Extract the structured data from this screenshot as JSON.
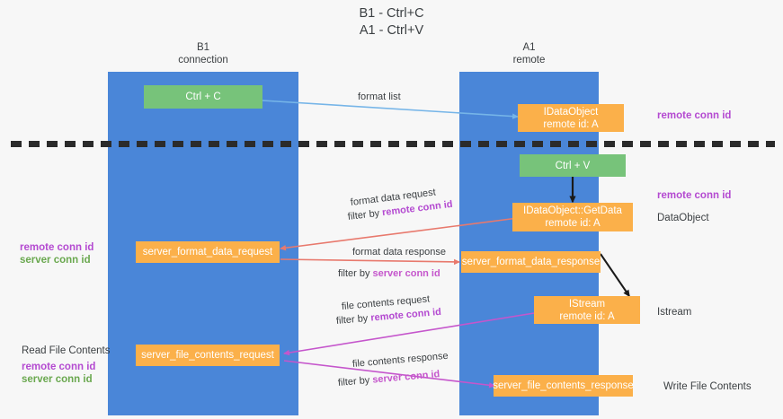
{
  "title": {
    "line1": "B1 - Ctrl+C",
    "line2": "A1 - Ctrl+V"
  },
  "lanes": [
    {
      "name": "B1",
      "sub": "connection",
      "color": "#4a86d8"
    },
    {
      "name": "A1",
      "sub": "remote",
      "color": "#4a86d8"
    }
  ],
  "colors": {
    "lane": "#4a86d8",
    "green_node": "#77c37a",
    "orange_node": "#fbb04a",
    "remote_conn_id": "#b44ad1",
    "server_conn_id": "#6aa84f",
    "arrow_blue": "#76b5e8",
    "arrow_red": "#e8796d",
    "arrow_magenta": "#c556cc",
    "arrow_black": "#1a1a1a",
    "divider": "#2b2b2b",
    "background": "#f7f7f7"
  },
  "nodes": {
    "ctrl_c": {
      "l1": "Ctrl + C",
      "l2": ""
    },
    "idataobject": {
      "l1": "IDataObject",
      "l2": "remote id: A"
    },
    "ctrl_v": {
      "l1": "Ctrl + V",
      "l2": ""
    },
    "getdata": {
      "l1": "IDataObject::GetData",
      "l2": "remote id: A"
    },
    "server_format_data_request": {
      "l1": "server_format_data_request",
      "l2": ""
    },
    "server_format_data_response": {
      "l1": "server_format_data_response",
      "l2": ""
    },
    "istream": {
      "l1": "IStream",
      "l2": "remote id: A"
    },
    "server_file_contents_request": {
      "l1": "server_file_contents_request",
      "l2": ""
    },
    "server_file_contents_response": {
      "l1": "server_file_contents_response",
      "l2": ""
    }
  },
  "right_labels": {
    "remote_conn_id_top": "remote conn id",
    "remote_conn_id_mid": "remote conn id",
    "dataobject": "DataObject",
    "istream": "Istream",
    "write_file_contents": "Write File Contents"
  },
  "left_labels": {
    "remote_conn_id_mid": "remote conn id",
    "server_conn_id_mid": "server conn id",
    "read_file_contents": "Read File Contents",
    "remote_conn_id_bottom": "remote conn id",
    "server_conn_id_bottom": "server conn id"
  },
  "edges": {
    "format_list": "format list",
    "format_data_request": "format data request",
    "format_data_request_filter_prefix": "filter by ",
    "format_data_request_filter_key": "remote conn id",
    "format_data_response": "format data response",
    "format_data_response_filter_prefix": "filter by ",
    "format_data_response_filter_key": "server conn id",
    "file_contents_request": "file contents request",
    "file_contents_request_filter_prefix": "filter by ",
    "file_contents_request_filter_key": "remote conn id",
    "file_contents_response": "file contents response",
    "file_contents_response_filter_prefix": "filter by ",
    "file_contents_response_filter_key": "server conn id"
  }
}
